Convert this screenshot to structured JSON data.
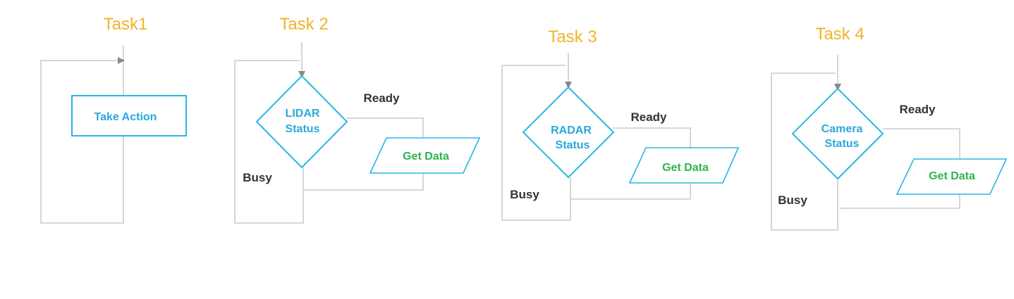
{
  "colors": {
    "title": "#f2b32a",
    "shape_stroke": "#29b6e3",
    "process_text": "#29a9dc",
    "data_text": "#2fb34e",
    "connector": "#c9ccd0",
    "arrowhead": "#888888",
    "label": "#333333"
  },
  "tasks": [
    {
      "title": "Task1",
      "action": "Take Action"
    },
    {
      "title": "Task 2",
      "status_line1": "LIDAR",
      "status_line2": "Status",
      "ready": "Ready",
      "busy": "Busy",
      "data": "Get Data"
    },
    {
      "title": "Task 3",
      "status_line1": "RADAR",
      "status_line2": "Status",
      "ready": "Ready",
      "busy": "Busy",
      "data": "Get Data"
    },
    {
      "title": "Task 4",
      "status_line1": "Camera",
      "status_line2": "Status",
      "ready": "Ready",
      "busy": "Busy",
      "data": "Get Data"
    }
  ]
}
